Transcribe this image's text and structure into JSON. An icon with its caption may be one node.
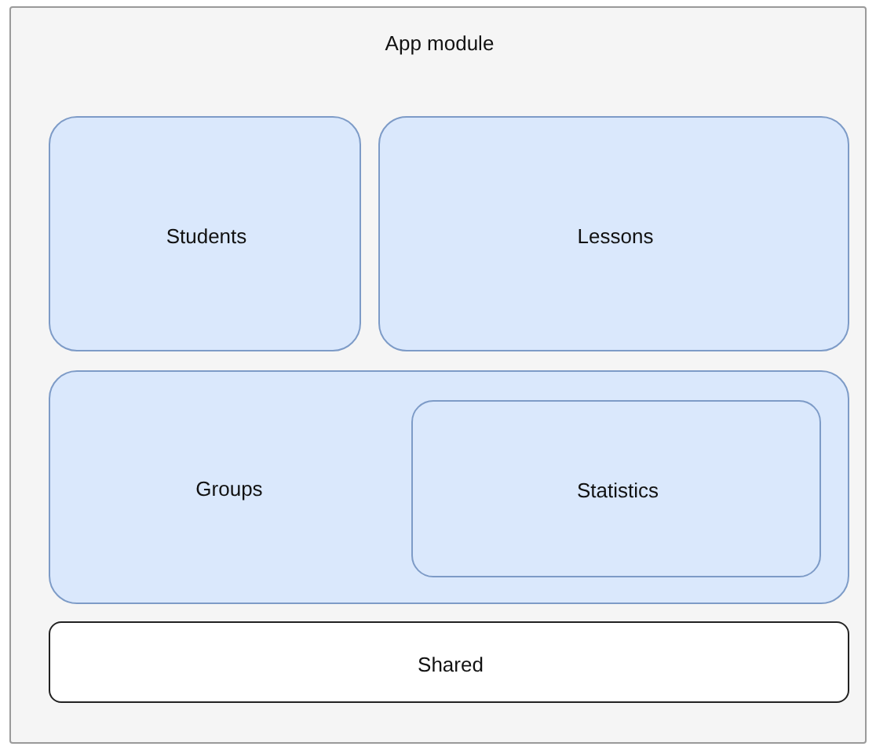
{
  "diagram": {
    "nodes": [
      {
        "text": [
          "App module"
        ]
      },
      {
        "text": [
          "Students"
        ],
        "in": 0
      },
      {
        "text": [
          "Lessons"
        ],
        "in": 0
      },
      {
        "text": [
          "Groups"
        ],
        "in": 0
      },
      {
        "text": [
          "Statistics"
        ],
        "in": 3
      },
      {
        "text": [
          "Shared"
        ],
        "in": 0
      }
    ]
  }
}
